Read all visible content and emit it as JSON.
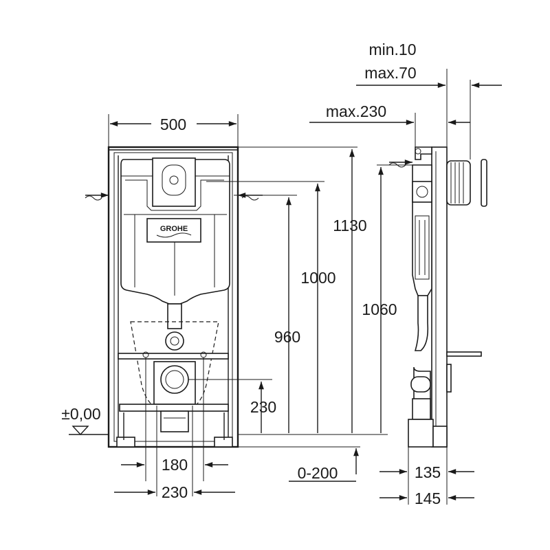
{
  "brand": {
    "logo_text": "GROHE"
  },
  "dimensions": {
    "frame_width": "500",
    "height_total": "1130",
    "height_top": "1000",
    "height_side": "1060",
    "height_drain": "960",
    "outlet_height": "230",
    "floor_level": "±0,00",
    "bolt_spacing": "180",
    "outlet_spacing": "230",
    "floor_adjust": "0-200",
    "wall_min": "min.10",
    "wall_max": "max.70",
    "supply_max": "max.230",
    "depth_135": "135",
    "depth_145": "145"
  },
  "colors": {
    "line": "#1a1a1a",
    "background": "#ffffff"
  }
}
